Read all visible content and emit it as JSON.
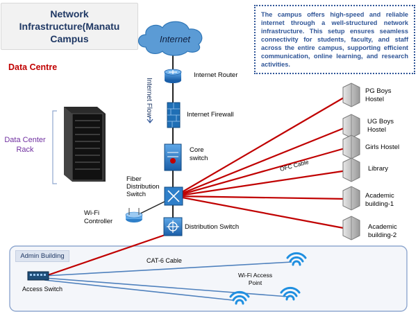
{
  "title": {
    "line1": "Network",
    "line2": "Infrastructure(Manatu",
    "line3": "Campus"
  },
  "description": "The campus offers high-speed and reliable internet through a well-structured network infrastructure. This setup ensures seamless connectivity for students, faculty, and staff across the entire campus, supporting efficient communication, online learning, and research activities.",
  "data_centre_label": "Data Centre",
  "rack_label": {
    "line1": "Data Center",
    "line2": "Rack"
  },
  "internet_label": "Internet",
  "internet_flow_label": "Internet Flow",
  "devices": {
    "router": "Internet Router",
    "firewall": "Internet Firewall",
    "core_switch": {
      "line1": "Core",
      "line2": "switch"
    },
    "fiber_switch": {
      "line1": "Fiber",
      "line2": "Distribution",
      "line3": "Switch"
    },
    "wifi_controller": {
      "line1": "Wi-Fi",
      "line2": "Controller"
    },
    "distribution_switch": "Distribution Switch",
    "access_switch": "Access Switch"
  },
  "buildings": {
    "pg_boys": {
      "line1": "PG Boys",
      "line2": "Hostel"
    },
    "ug_boys": {
      "line1": "UG Boys",
      "line2": "Hostel"
    },
    "girls": "Girls Hostel",
    "library": "Library",
    "academic1": {
      "line1": "Academic",
      "line2": "building-1"
    },
    "academic2": {
      "line1": "Academic",
      "line2": "building-2"
    }
  },
  "ofc_cable_label": "OFC Cable",
  "cat6_label": "CAT-6 Cable",
  "wifi_ap_label": {
    "line1": "Wi-Fi Access",
    "line2": "Point"
  },
  "admin_building_label": "Admin Building",
  "colors": {
    "fiber_red": "#c00000",
    "cable_blue": "#4f81bd",
    "device_blue": "#1f6fb5",
    "title_navy": "#1f3864"
  }
}
